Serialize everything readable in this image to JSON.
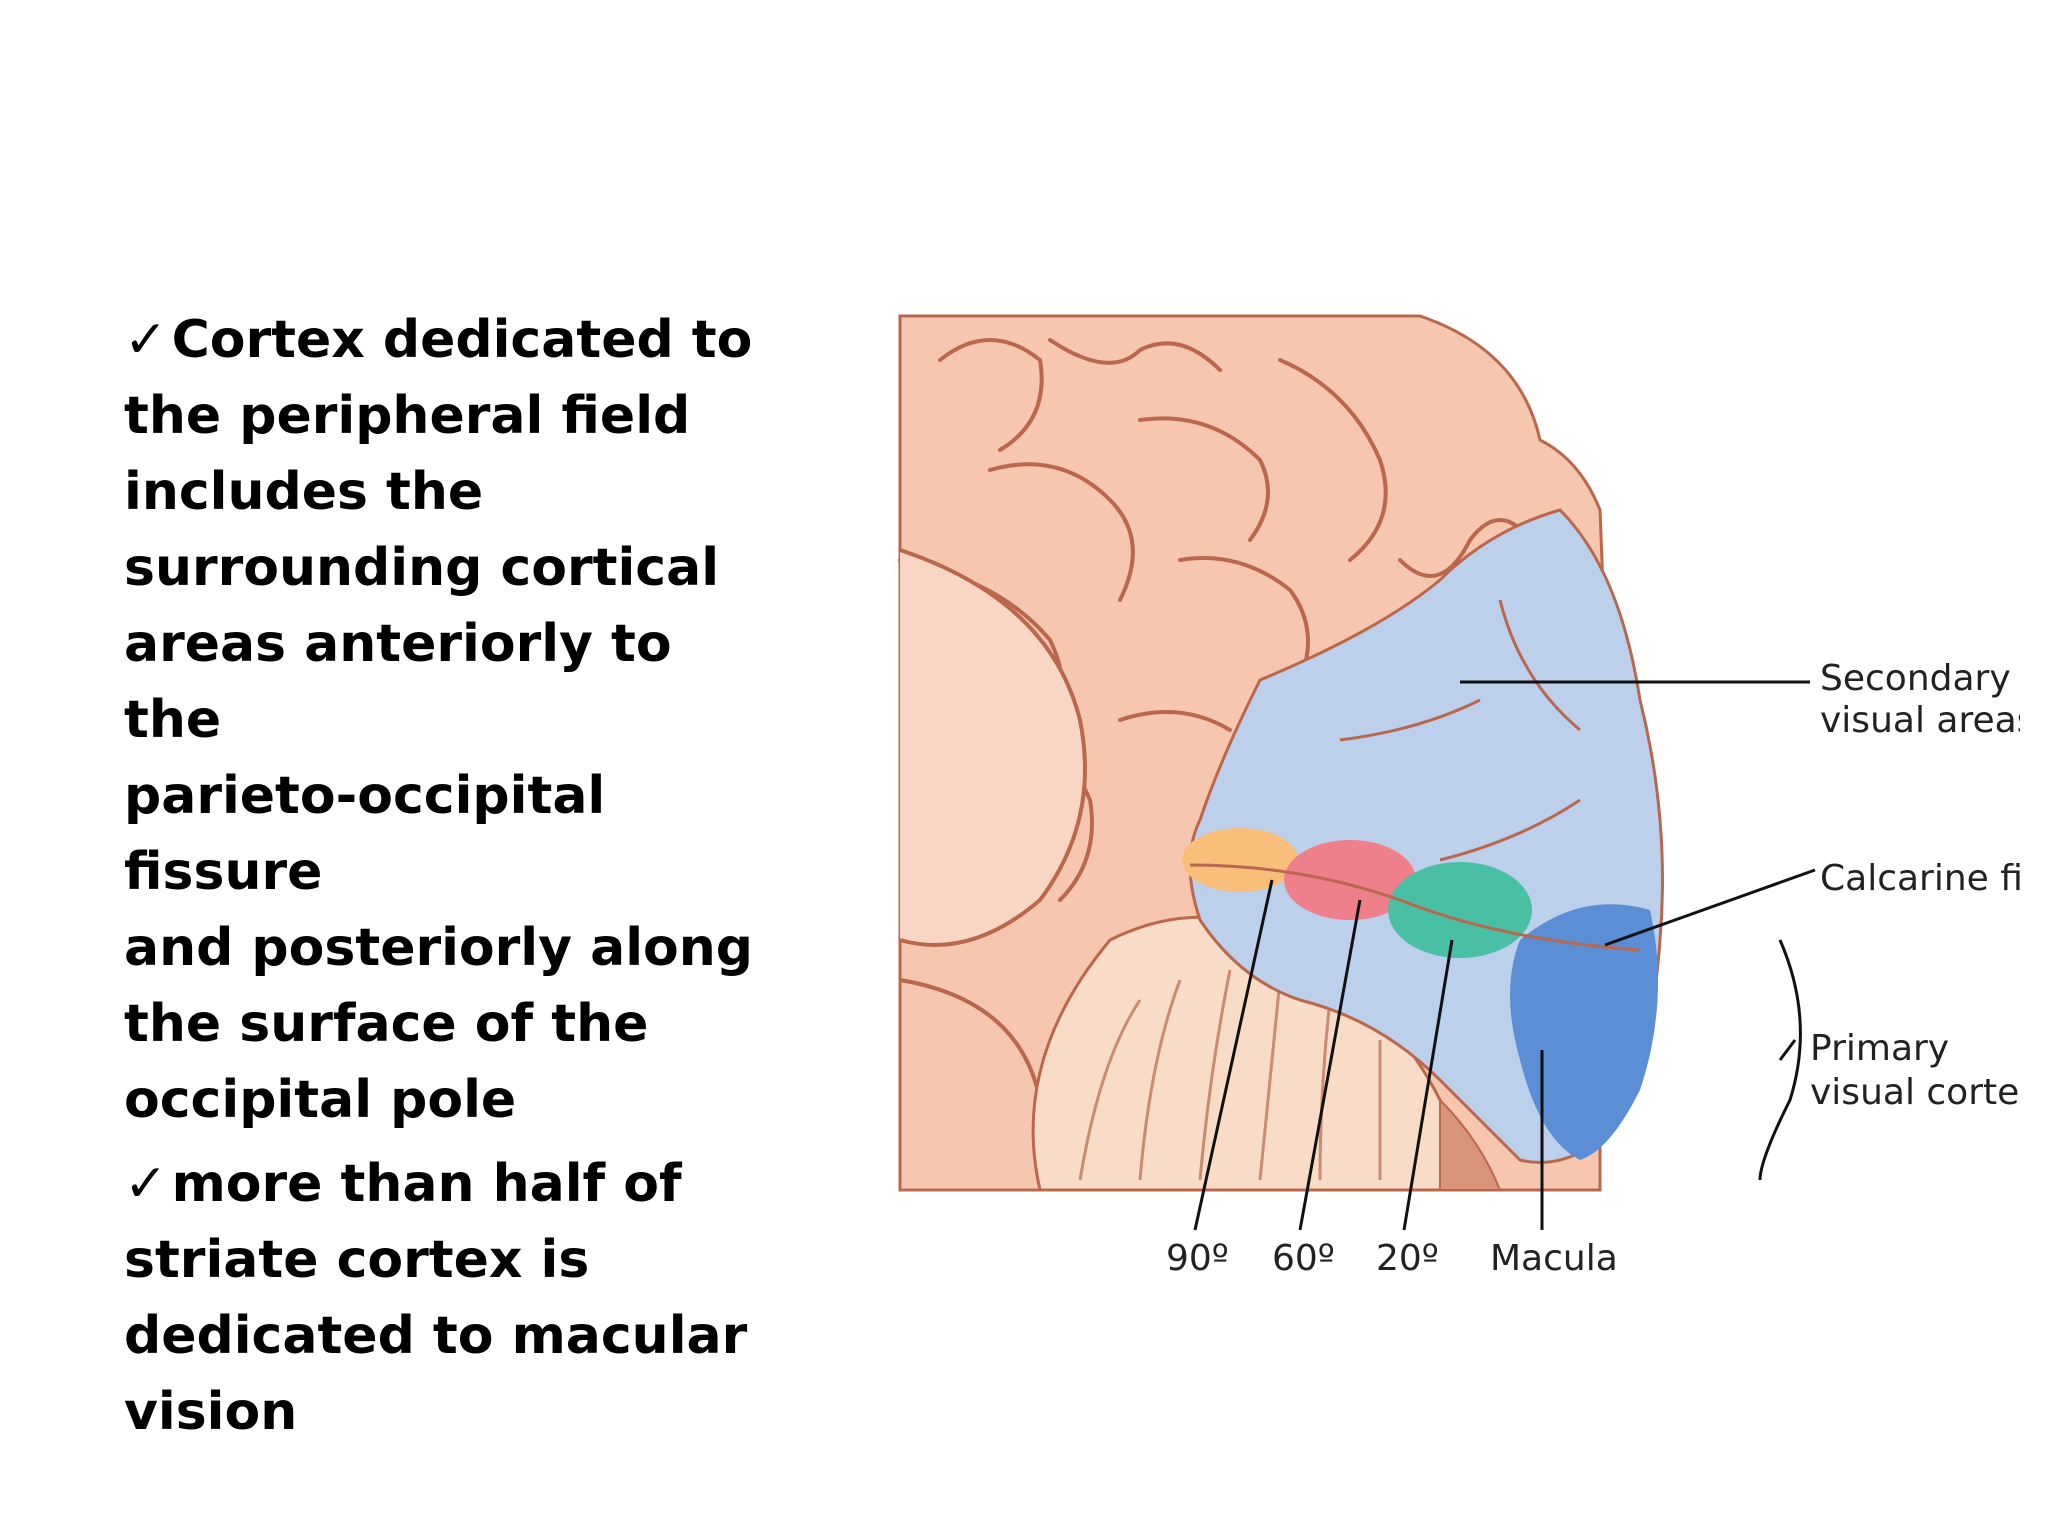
{
  "bullets": [
    {
      "check": "✓",
      "lines": [
        "Cortex dedicated to",
        "the peripheral field",
        "includes the",
        "surrounding cortical",
        "areas anteriorly to the",
        "parieto-occipital fissure",
        "and posteriorly along",
        "the surface of the",
        "occipital pole"
      ]
    },
    {
      "check": "✓",
      "lines": [
        "more than half of",
        "striate cortex is",
        "dedicated to macular",
        "vision"
      ]
    }
  ],
  "figure": {
    "labels": {
      "secondary_line1": "Secondary",
      "secondary_line2": "visual areas",
      "calcarine": "Calcarine fissure",
      "primary_line1": "Primary",
      "primary_line2": "visual cortex",
      "deg90": "90º",
      "deg60": "60º",
      "deg20": "20º",
      "macula": "Macula"
    },
    "colors": {
      "brain": "#f6c7ae",
      "brain_outline": "#b9684e",
      "secondary_area": "#bcd0ec",
      "zone_90": "#f9be79",
      "zone_60": "#ef7f8a",
      "zone_20": "#49bfa6",
      "macula": "#5b8ed4",
      "cerebellum": "#f8dcc8"
    }
  }
}
